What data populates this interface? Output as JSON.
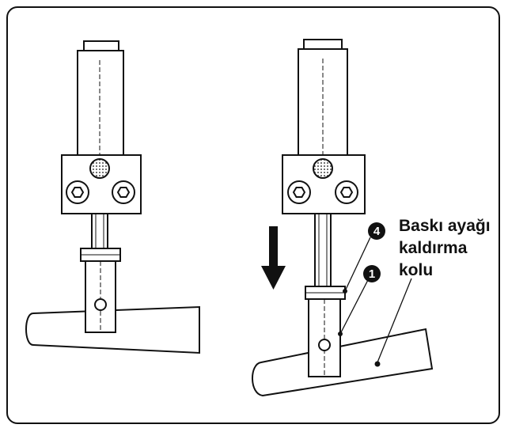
{
  "callout": {
    "line1": "Baskı ayağı",
    "line2": "kaldırma",
    "line3": "kolu"
  },
  "markers": {
    "part_4": "4",
    "part_1": "1"
  },
  "colors": {
    "ink": "#111111",
    "paper": "#ffffff"
  }
}
